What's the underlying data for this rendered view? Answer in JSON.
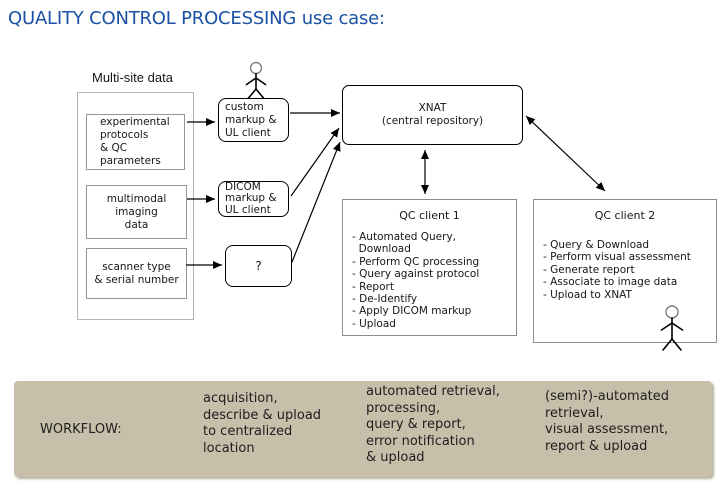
{
  "title": "QUALITY CONTROL PROCESSING use case:",
  "colors": {
    "title_blue": "#1b51a5",
    "workflow_bar": "#c8bfab",
    "box_border_gray": "#8c8c8c",
    "diagram_border_black": "#000000"
  },
  "multi_site": {
    "label": "Multi-site data",
    "sources": [
      "experimental\nprotocols\n& QC\nparameters",
      "multimodal\nimaging\ndata",
      "scanner type\n& serial number"
    ]
  },
  "upload_clients": {
    "custom": "custom\nmarkup &\nUL client",
    "dicom": "DICOM\nmarkup &\nUL client",
    "unknown": "?"
  },
  "xnat": {
    "label": "XNAT\n(central repository)"
  },
  "qc_client_1": {
    "title": "QC client 1",
    "items": [
      "- Automated Query,\n  Download",
      "- Perform QC processing",
      "- Query against protocol",
      "- Report",
      "- De-Identify",
      "- Apply DICOM markup",
      "- Upload"
    ]
  },
  "qc_client_2": {
    "title": "QC client 2",
    "items": [
      "- Query & Download",
      "- Perform visual assessment",
      "- Generate report",
      "- Associate to image data",
      "- Upload to XNAT"
    ]
  },
  "workflow": {
    "label": "WORKFLOW:",
    "steps": [
      "acquisition,\ndescribe & upload\nto centralized\nlocation",
      "automated retrieval,\nprocessing,\nquery & report,\nerror notification\n& upload",
      "(semi?)-automated\nretrieval,\nvisual assessment,\nreport & upload"
    ]
  },
  "icons": {
    "actor_top": "stick-figure-actor",
    "actor_qc2": "stick-figure-actor"
  }
}
